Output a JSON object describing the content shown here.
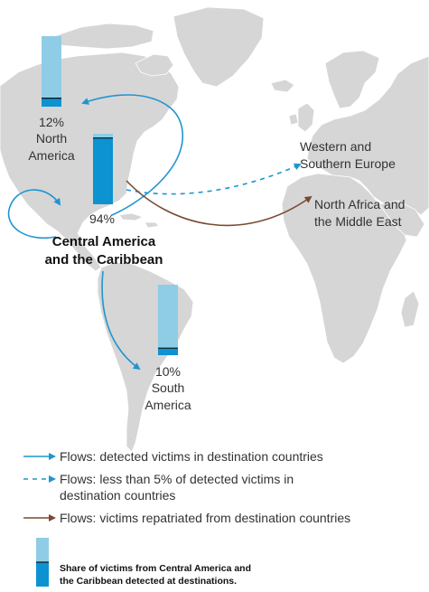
{
  "map": {
    "colors": {
      "land": "#d6d6d6",
      "bar_light": "#8fcde6",
      "bar_dark": "#0d92d2",
      "bar_divider": "#111111",
      "flow_blue": "#1f95d0",
      "flow_brown": "#7a4a32"
    },
    "regions": {
      "north_america": {
        "percent": "12%",
        "line1": "North",
        "line2": "America",
        "share": 0.12
      },
      "central_america": {
        "percent": "94%",
        "line1": "Central America",
        "line2": "and the Caribbean",
        "share": 0.94
      },
      "south_america": {
        "percent": "10%",
        "line1": "South",
        "line2": "America",
        "share": 0.1
      },
      "western_europe": {
        "line1": "Western and",
        "line2": "Southern Europe"
      },
      "north_africa": {
        "line1": "North Africa and",
        "line2": "the Middle East"
      }
    }
  },
  "legend": {
    "flow_detected": "Flows: detected victims in destination countries",
    "flow_small_line1": "Flows: less than 5% of detected victims in",
    "flow_small_line2": "destination countries",
    "flow_repatriated": "Flows: victims repatriated from destination countries",
    "share_line1": "Share of victims from Central America and",
    "share_line2": "the Caribbean detected at destinations."
  }
}
